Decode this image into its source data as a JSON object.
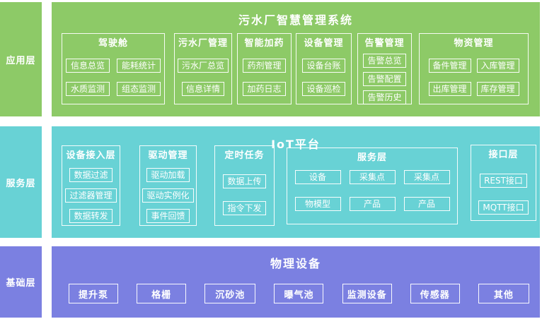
{
  "app_layer": {
    "label": "应用层",
    "title": "污水厂智慧管理系统",
    "groups": {
      "cockpit": {
        "title": "驾驶舱",
        "items": [
          "信息总览",
          "能耗统计",
          "水质监测",
          "组态监测"
        ]
      },
      "plant": {
        "title": "污水厂管理",
        "items": [
          "污水厂总览",
          "信息详情"
        ]
      },
      "dosing": {
        "title": "智能加药",
        "items": [
          "药剂管理",
          "加药日志"
        ]
      },
      "equipment": {
        "title": "设备管理",
        "items": [
          "设备台账",
          "设备巡检"
        ]
      },
      "alarm": {
        "title": "告警管理",
        "items": [
          "告警总览",
          "告警配置",
          "告警历史"
        ]
      },
      "materials": {
        "title": "物资管理",
        "items": [
          "备件管理",
          "入库管理",
          "出库管理",
          "库存管理"
        ]
      }
    }
  },
  "service_layer": {
    "label": "服务层",
    "title": "IoT平台",
    "groups": {
      "access": {
        "title": "设备接入层",
        "items": [
          "数据过滤",
          "过滤器管理",
          "数据转发"
        ]
      },
      "driver": {
        "title": "驱动管理",
        "items": [
          "驱动加载",
          "驱动实例化",
          "事件回馈"
        ]
      },
      "timer": {
        "title": "定时任务",
        "items": [
          "数据上传",
          "指令下发"
        ]
      },
      "services": {
        "title": "服务层",
        "items": [
          "设备",
          "采集点",
          "采集点",
          "物模型",
          "产品",
          "产品"
        ]
      },
      "interface": {
        "title": "接口层",
        "items": [
          "REST接口",
          "MQTT接口"
        ]
      }
    }
  },
  "base_layer": {
    "label": "基础层",
    "title": "物理设备",
    "items": [
      "提升泵",
      "格栅",
      "沉砂池",
      "曝气池",
      "监测设备",
      "传感器",
      "其他"
    ]
  },
  "colors": {
    "application_layer": "#8dca67",
    "service_layer": "#68d2d5",
    "base_layer": "#7b80e1",
    "text": "#ffffff"
  }
}
